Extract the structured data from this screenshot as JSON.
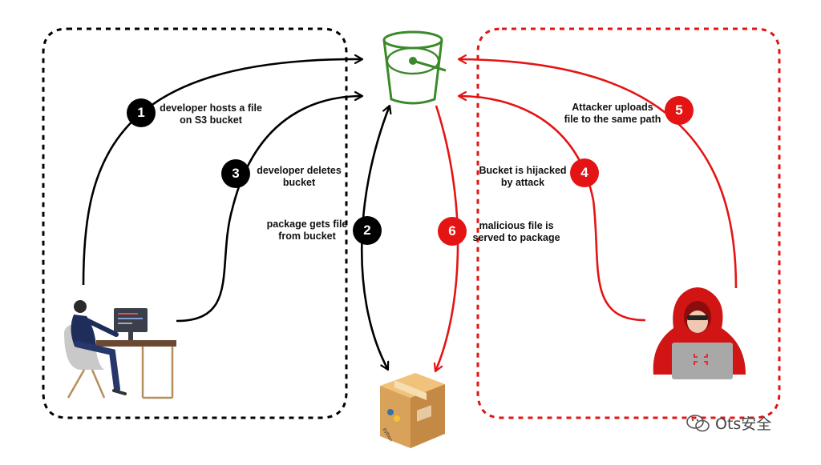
{
  "steps": [
    {
      "number": "1",
      "label": "developer hosts a file\non S3 bucket",
      "actor": "developer"
    },
    {
      "number": "2",
      "label": "package gets file\nfrom bucket",
      "actor": "package"
    },
    {
      "number": "3",
      "label": "developer deletes\nbucket",
      "actor": "developer"
    },
    {
      "number": "4",
      "label": "Bucket is hijacked\nby attack",
      "actor": "attacker"
    },
    {
      "number": "5",
      "label": "Attacker uploads\nfile to the same path",
      "actor": "attacker"
    },
    {
      "number": "6",
      "label": "malicious file is\nserved to package",
      "actor": "attacker"
    }
  ],
  "package_box_text": "python",
  "watermark": "Ots安全",
  "colors": {
    "developer_flow": "#000000",
    "attacker_flow": "#e41414",
    "bucket": "#3a8a2a",
    "package_box": "#d9a25a"
  },
  "icons": [
    "s3-bucket-icon",
    "developer-at-desk-icon",
    "hooded-attacker-icon",
    "python-package-box-icon",
    "wechat-icon"
  ]
}
